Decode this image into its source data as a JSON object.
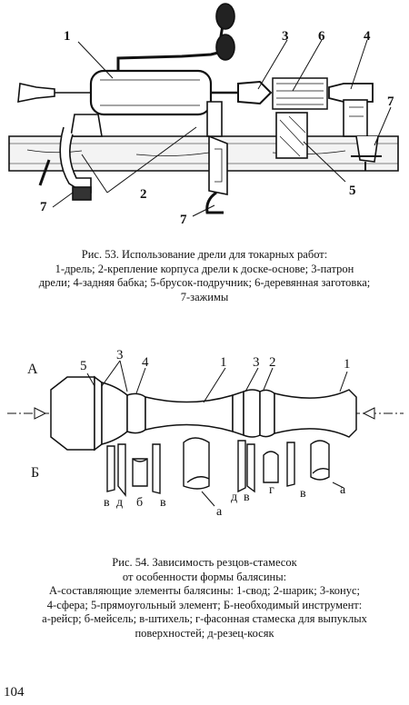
{
  "figure53": {
    "callouts": [
      "1",
      "3",
      "6",
      "4",
      "7",
      "7",
      "2",
      "7",
      "5"
    ],
    "caption": [
      "Рис. 53. Использование дрели для токарных работ:",
      "1-дрель; 2-крепление корпуса дрели к доске-основе; 3-патрон",
      "дрели; 4-задняя бабка; 5-брусок-подручник; 6-деревянная заготовка;",
      "7-зажимы"
    ]
  },
  "figure54": {
    "row_labels": [
      "А",
      "Б"
    ],
    "callouts_top": [
      "5",
      "3",
      "4",
      "1",
      "3",
      "2",
      "1"
    ],
    "callouts_bottom": [
      "в",
      "д",
      "б",
      "в",
      "а",
      "д",
      "в",
      "г",
      "в",
      "а"
    ],
    "caption": [
      "Рис. 54. Зависимость резцов-стамесок",
      "от особенности формы балясины:",
      "А-составляющие элементы балясины: 1-свод; 2-шарик; 3-конус;",
      "4-сфера; 5-прямоугольный элемент; Б-необходимый инструмент:",
      "а-рейср; б-мейсель; в-штихель; г-фасонная стамеска для выпуклых",
      "поверхностей; д-резец-косяк"
    ]
  },
  "page_number": "104"
}
